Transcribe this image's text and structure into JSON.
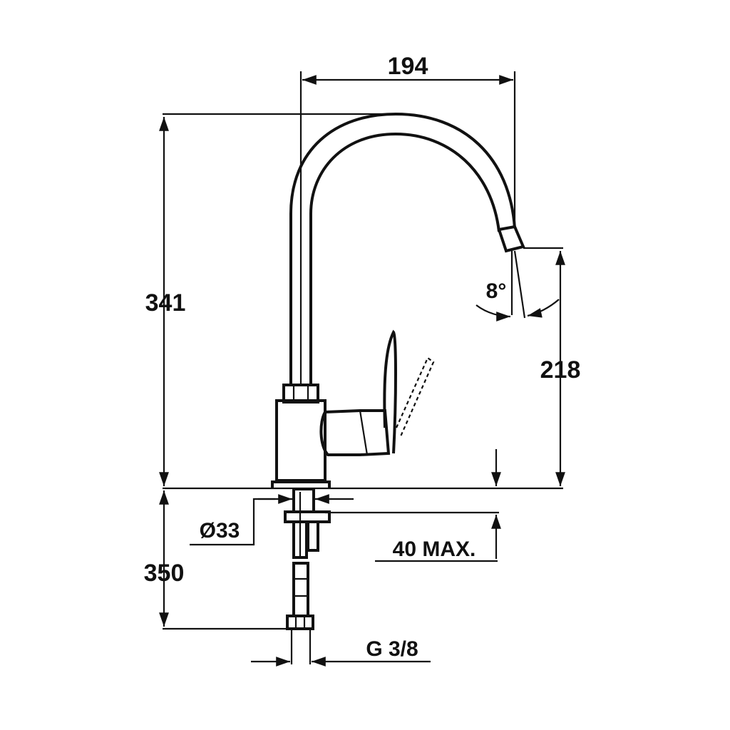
{
  "colors": {
    "ink": "#111111",
    "background": "#ffffff"
  },
  "dimensions": {
    "width": "194",
    "total_height": "341",
    "spout_height": "218",
    "spout_angle": "8°",
    "base_diameter": "Ø33",
    "max_thickness": "40 MAX.",
    "hose_length": "350",
    "connection": "G 3/8"
  }
}
